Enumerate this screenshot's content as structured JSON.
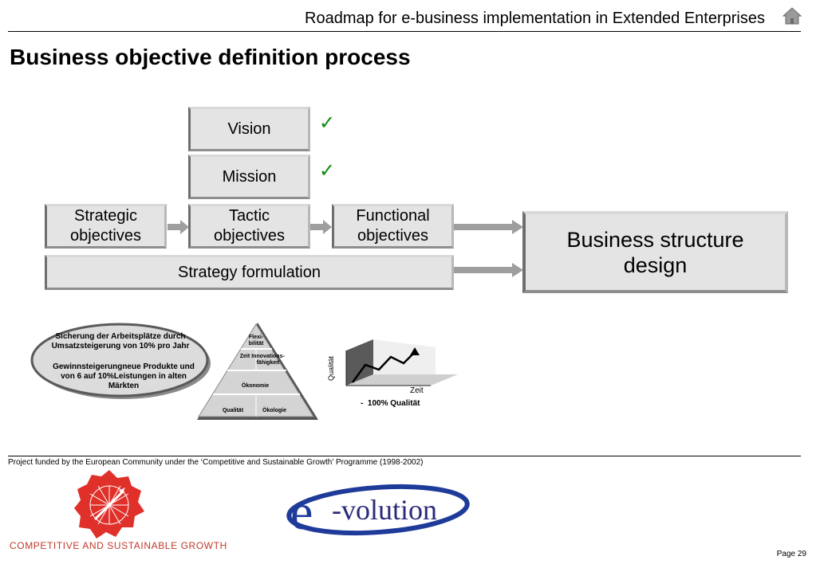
{
  "header": {
    "title": "Roadmap for e-business implementation in Extended Enterprises",
    "home_icon": "home-icon"
  },
  "page_title": "Business objective definition process",
  "boxes": {
    "vision": "Vision",
    "mission": "Mission",
    "strategic": "Strategic objectives",
    "tactic": "Tactic objectives",
    "functional": "Functional objectives",
    "strategy": "Strategy formulation",
    "business": "Business structure design"
  },
  "check_glyph": "✓",
  "ellipse": {
    "line1": "Sicherung der Arbeitsplätze durch Umsatzsteigerung von 10% pro Jahr",
    "line2": "Gewinnsteigerungneue Produkte und von 6 auf 10%Leistungen in alten Märkten"
  },
  "pyramid": {
    "top": "Flexi-bilität",
    "mid_left": "Zeit",
    "mid_right": "Innovations-fähigkeit",
    "level3": "Ökonomie",
    "base_left": "Qualität",
    "base_right": "Ökologie"
  },
  "mini_chart": {
    "ylabel": "Qualität",
    "xlabel": "Zeit",
    "caption": "-  100% Qualität"
  },
  "footer": {
    "funding": "Project funded by the European Community under the ‘Competitive and Sustainable Growth’ Programme (1998-2002)",
    "cg_label": "COMPETITIVE AND SUSTAINABLE GROWTH",
    "evolution_e": "e",
    "evolution_rest": "-volution",
    "page": "Page 29"
  },
  "colors": {
    "box_fill": "#e4e4e4",
    "arrow": "#9e9e9e",
    "check": "#0a8a0a",
    "cg_red": "#e0302a",
    "evolution_blue": "#1f3b9a",
    "evolution_text": "#2a2a7a"
  }
}
